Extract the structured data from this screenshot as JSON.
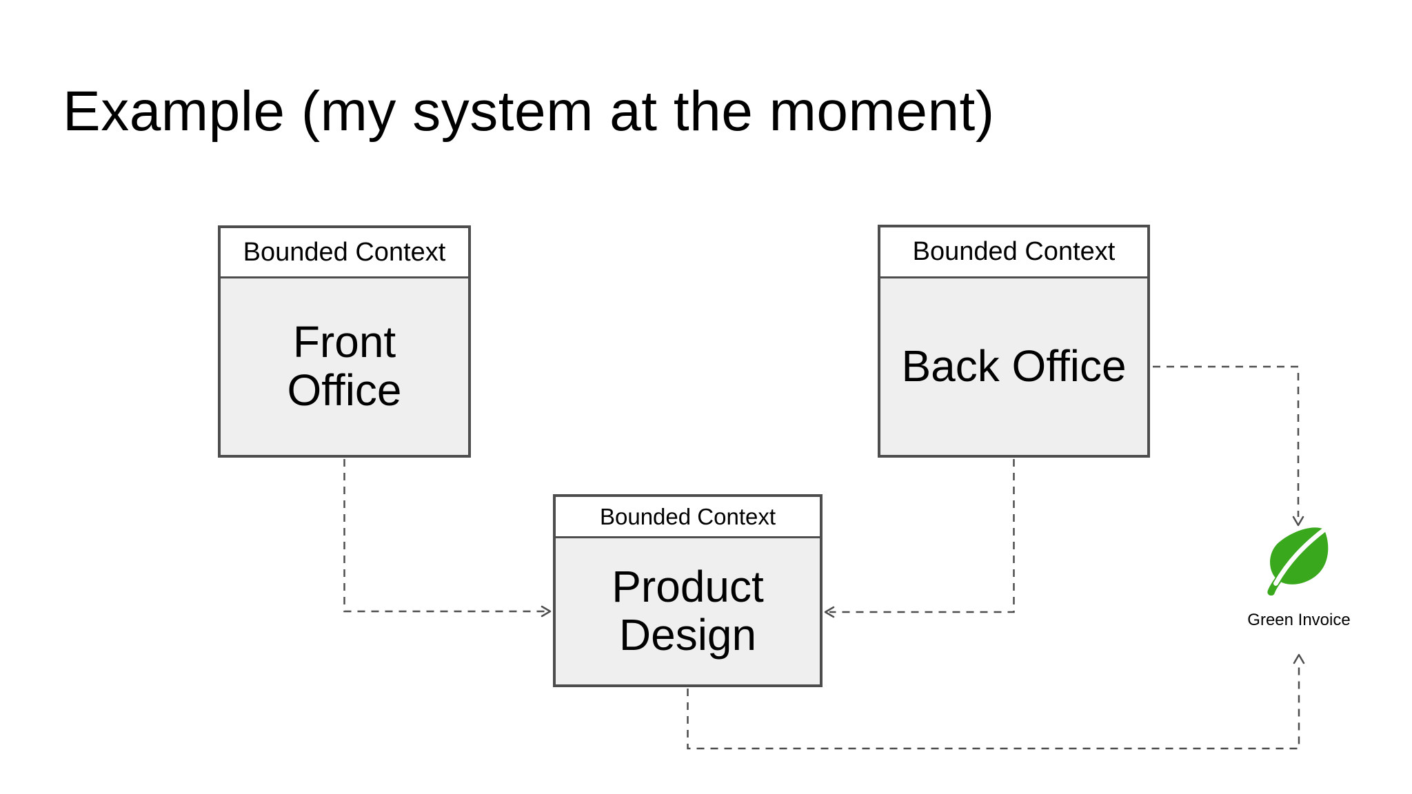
{
  "slide": {
    "title": "Example (my system at the moment)",
    "background": "#ffffff"
  },
  "diagram": {
    "box_header_label": "Bounded Context",
    "boxes": [
      {
        "id": "front-office",
        "name": "Front Office"
      },
      {
        "id": "back-office",
        "name": "Back Office"
      },
      {
        "id": "product-design",
        "name": "Product Design"
      }
    ],
    "external_system": {
      "label": "Green Invoice",
      "icon": "leaf-icon",
      "icon_color": "#39a81c"
    },
    "connections": [
      {
        "from": "Front Office",
        "to": "Product Design",
        "style": "dashed-arrow"
      },
      {
        "from": "Back Office",
        "to": "Product Design",
        "style": "dashed-arrow"
      },
      {
        "from": "Back Office",
        "to": "Green Invoice",
        "style": "dashed-arrow"
      },
      {
        "from": "Product Design",
        "to": "Green Invoice",
        "style": "dashed-arrow"
      }
    ],
    "colors": {
      "box_fill": "#efefef",
      "box_header_fill": "#ffffff",
      "box_border": "#4d4d4d",
      "connector": "#4d4d4d",
      "text": "#000000"
    }
  }
}
